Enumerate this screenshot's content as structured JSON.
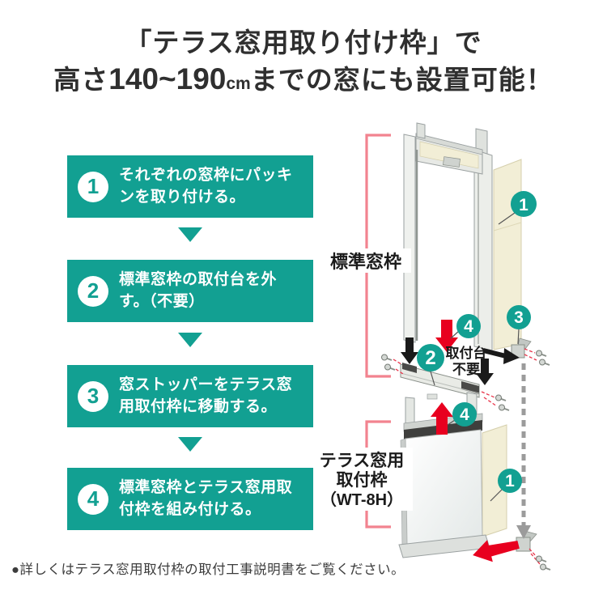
{
  "title": {
    "line1": "「テラス窓用取り付け枠」で",
    "line2_prefix": "高さ",
    "line2_range": "140~190",
    "line2_unit": "cm",
    "line2_suffix": "までの窓にも設置可能！"
  },
  "steps": [
    {
      "num": "1",
      "text": "それぞれの窓枠にパッキンを取り付ける。"
    },
    {
      "num": "2",
      "text": "標準窓枠の取付台を外す。（不要）"
    },
    {
      "num": "3",
      "text": "窓ストッパーをテラス窓用取付枠に移動する。"
    },
    {
      "num": "4",
      "text": "標準窓枠とテラス窓用取付枠を組み付ける。"
    }
  ],
  "diagram": {
    "label_standard_frame": "標準窓枠",
    "label_terrace_frame_line1": "テラス窓用",
    "label_terrace_frame_line2": "取付枠",
    "label_terrace_frame_line3": "（WT-8H）",
    "callout_mount_base_line1": "取付台",
    "callout_mount_base_line2": "不要",
    "badge_1": "1",
    "badge_2": "2",
    "badge_3": "3",
    "badge_4": "4"
  },
  "footnote": "●詳しくはテラス窓用取付枠の取付工事説明書をご覧ください。",
  "colors": {
    "accent_teal": "#12a092",
    "arrow_red": "#e8001f",
    "bracket_pink": "#f2838f",
    "packing_cream": "#f2eed6"
  }
}
